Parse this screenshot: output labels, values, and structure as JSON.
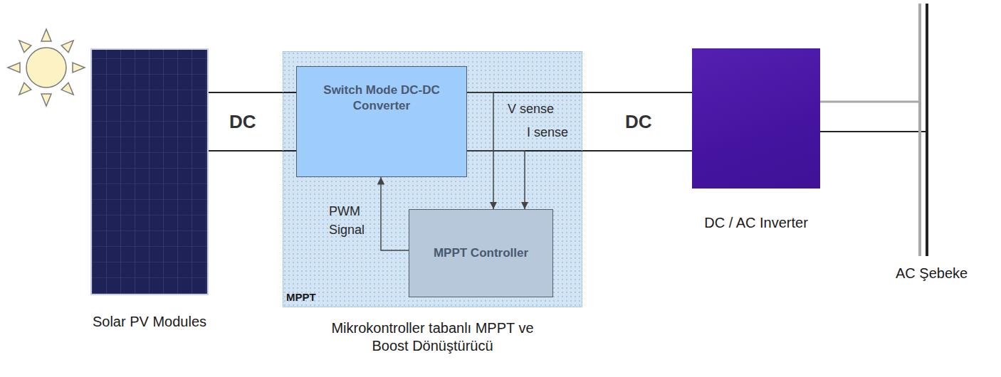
{
  "diagram": {
    "nodes": [
      {
        "text": [
          "Solar PV Modules"
        ]
      },
      {
        "text": [
          "MPPT",
          "Mikrokontroller tabanlı MPPT ve Boost Dönüştürücü"
        ]
      },
      {
        "text": [
          "Switch Mode DC-DC Converter"
        ],
        "in": 1
      },
      {
        "text": [
          "MPPT Controller"
        ],
        "in": 1
      },
      {
        "text": [
          "DC / AC Inverter"
        ]
      },
      {
        "text": [
          "AC Şebeke"
        ]
      }
    ],
    "edges": [
      {
        "from": 0,
        "to": 2,
        "arrow": "none"
      },
      {
        "from": 0,
        "to": 2,
        "arrow": "none"
      },
      {
        "from": 2,
        "to": 4,
        "arrow": "none"
      },
      {
        "from": 2,
        "to": 4,
        "arrow": "none"
      },
      {
        "from": 2,
        "to": 3,
        "label": "V sense",
        "arrow": "to"
      },
      {
        "from": 2,
        "to": 3,
        "label": "I sense",
        "arrow": "to"
      },
      {
        "from": 3,
        "to": 2,
        "label": "PWM Signal",
        "arrow": "to"
      },
      {
        "from": 4,
        "to": 5,
        "arrow": "none"
      },
      {
        "from": 4,
        "to": 5,
        "arrow": "none"
      }
    ],
    "labels": [
      "DC",
      "DC"
    ]
  }
}
